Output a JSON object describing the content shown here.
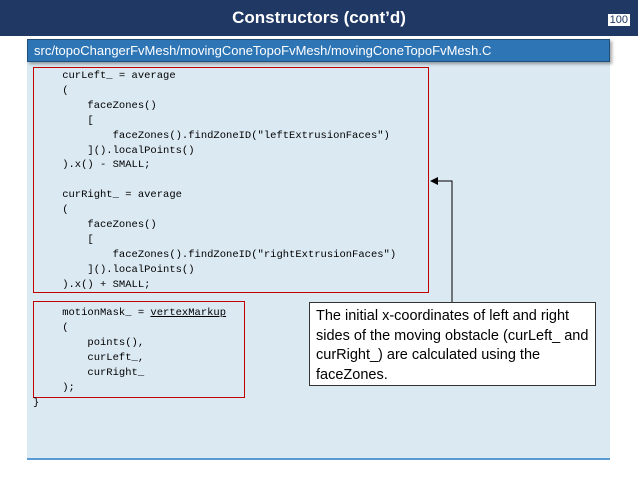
{
  "slide": {
    "title": "Constructors (cont’d)",
    "page_number": "100",
    "file_path": "src/topoChangerFvMesh/movingConeTopoFvMesh/movingConeTopoFvMesh.C"
  },
  "code": {
    "block1": "    curLeft_ = average\n    (\n        faceZones()\n        [\n            faceZones().findZoneID(\"leftExtrusionFaces\")\n        ]().localPoints()\n    ).x() - SMALL;\n\n    curRight_ = average\n    (\n        faceZones()\n        [\n            faceZones().findZoneID(\"rightExtrusionFaces\")\n        ]().localPoints()\n    ).x() + SMALL;",
    "block2_prefix": "    motionMask_ = ",
    "block2_call": "vertexMarkup",
    "block2_body": "    (\n        points(),\n        curLeft_,\n        curRight_\n    );",
    "closing_brace": "}"
  },
  "callout": {
    "text": "The initial x-coordinates of left and right sides of the moving obstacle (curLeft_ and curRight_) are calculated using the faceZones."
  },
  "colors": {
    "title_bar": "#1f3864",
    "path_bar": "#2e75b6",
    "panel": "#dbe9f2",
    "highlight_box": "#c00000"
  }
}
